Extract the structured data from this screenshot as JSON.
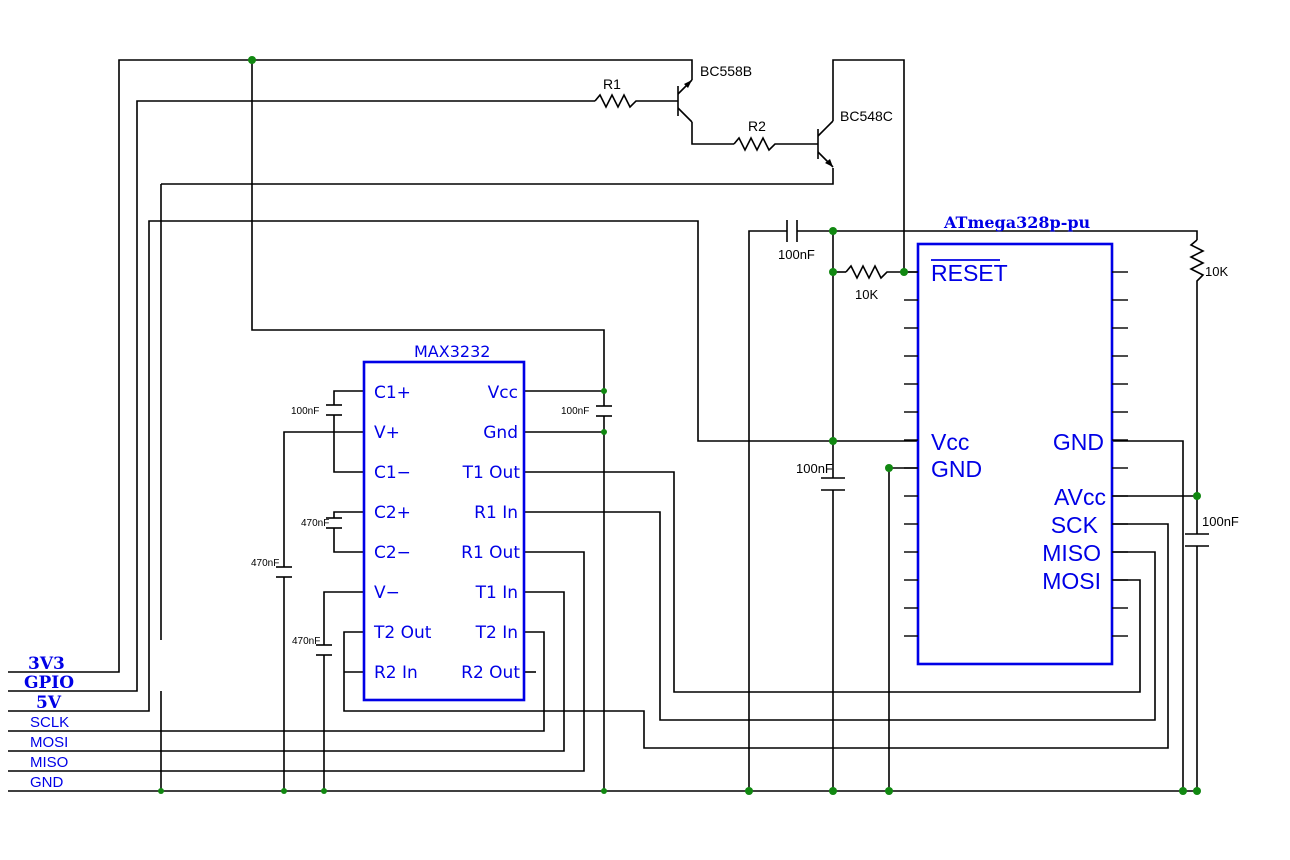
{
  "header_pins": {
    "v3v3": "3V3",
    "gpio": "GPIO",
    "v5": "5V",
    "sclk": "SCLK",
    "mosi": "MOSI",
    "miso": "MISO",
    "gnd": "GND"
  },
  "max3232": {
    "name": "MAX3232",
    "left_pins": [
      "C1+",
      "V+",
      "C1−",
      "C2+",
      "C2−",
      "V−",
      "T2 Out",
      "R2 In"
    ],
    "right_pins": [
      "Vcc",
      "Gnd",
      "T1 Out",
      "R1 In",
      "R1 Out",
      "T1 In",
      "T2 In",
      "R2 Out"
    ]
  },
  "atmega": {
    "name": "ATmega328p-pu",
    "reset": "RESET",
    "vcc": "Vcc",
    "gnd_left": "GND",
    "gnd_right": "GND",
    "avcc": "AVcc",
    "sck": "SCK",
    "miso": "MISO",
    "mosi": "MOSI"
  },
  "transistors": {
    "q1": "BC558B",
    "q2": "BC548C"
  },
  "resistors": {
    "r1": "R1",
    "r2": "R2",
    "r_reset": "10K",
    "r_right": "10K"
  },
  "capacitors": {
    "c1": "100nF",
    "c_vcc": "100nF",
    "c2": "470nF",
    "c_vplus": "470nF",
    "c_vminus": "470nF",
    "c_reset": "100nF",
    "c_atvcc": "100nF",
    "c_avcc": "100nF"
  },
  "colors": {
    "ic": "#0000e6",
    "wire": "#000000",
    "junction": "#118811"
  }
}
